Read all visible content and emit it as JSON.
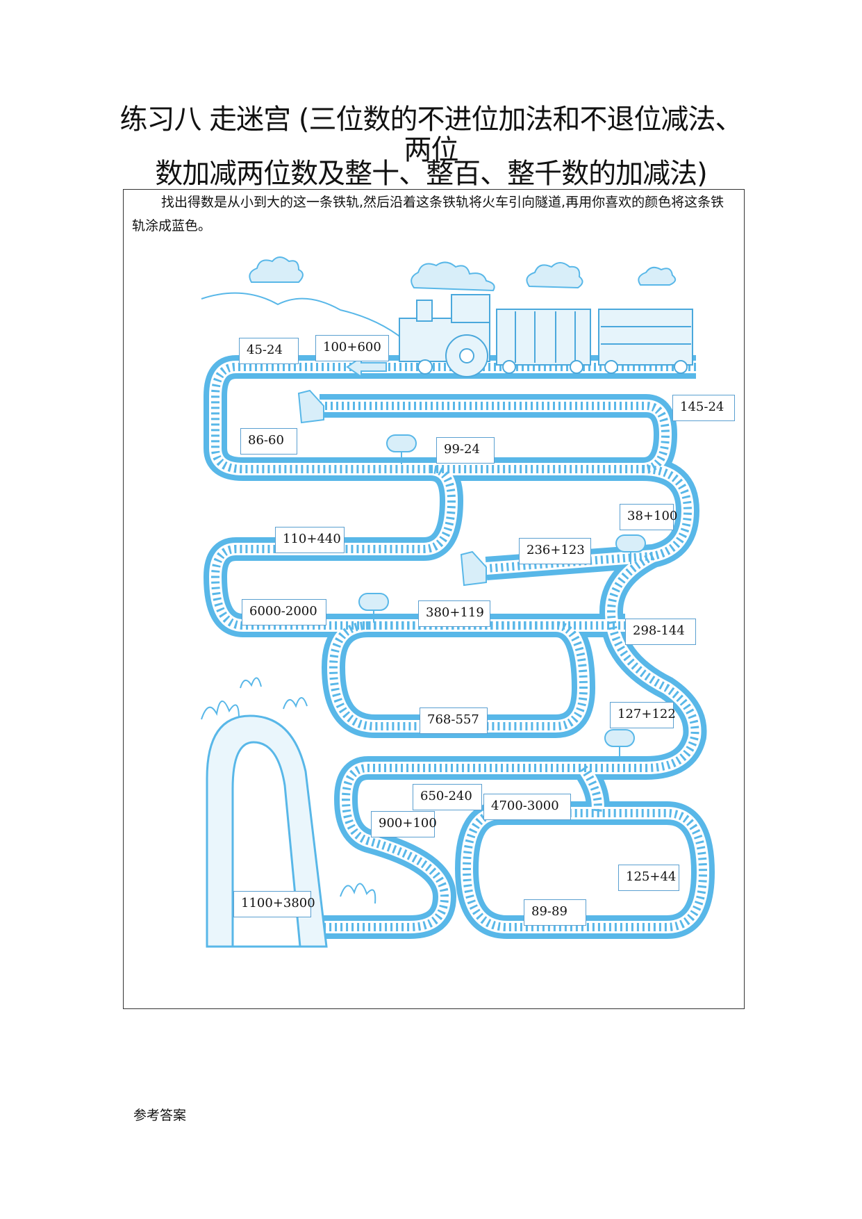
{
  "title": {
    "line1": "练习八    走迷宫 (三位数的不进位加法和不退位减法、",
    "line2": "两位",
    "line3": "数加减两位数及整十、整百、整千数的加减法)"
  },
  "instruction": "找出得数是从小到大的这一条铁轨,然后沿着这条铁轨将火车引向隧道,再用你喜欢的颜色将这条铁轨涂成蓝色。",
  "labels": {
    "l1": "45-24",
    "l2": "100+600",
    "l3": "145-24",
    "l4": "86-60",
    "l5": "99-24",
    "l6": "38+100",
    "l7": "110+440",
    "l8": "236+123",
    "l9": "6000-2000",
    "l10": "380+119",
    "l11": "298-144",
    "l12": "768-557",
    "l13": "127+122",
    "l14": "650-240",
    "l15": "4700-3000",
    "l16": "900+100",
    "l17": "125+44",
    "l18": "1100+3800",
    "l19": "89-89"
  },
  "answer_heading": "参考答案",
  "colors": {
    "track": "#58b7e8",
    "track_inner": "#ffffff",
    "label_border": "#5a9fd0"
  }
}
